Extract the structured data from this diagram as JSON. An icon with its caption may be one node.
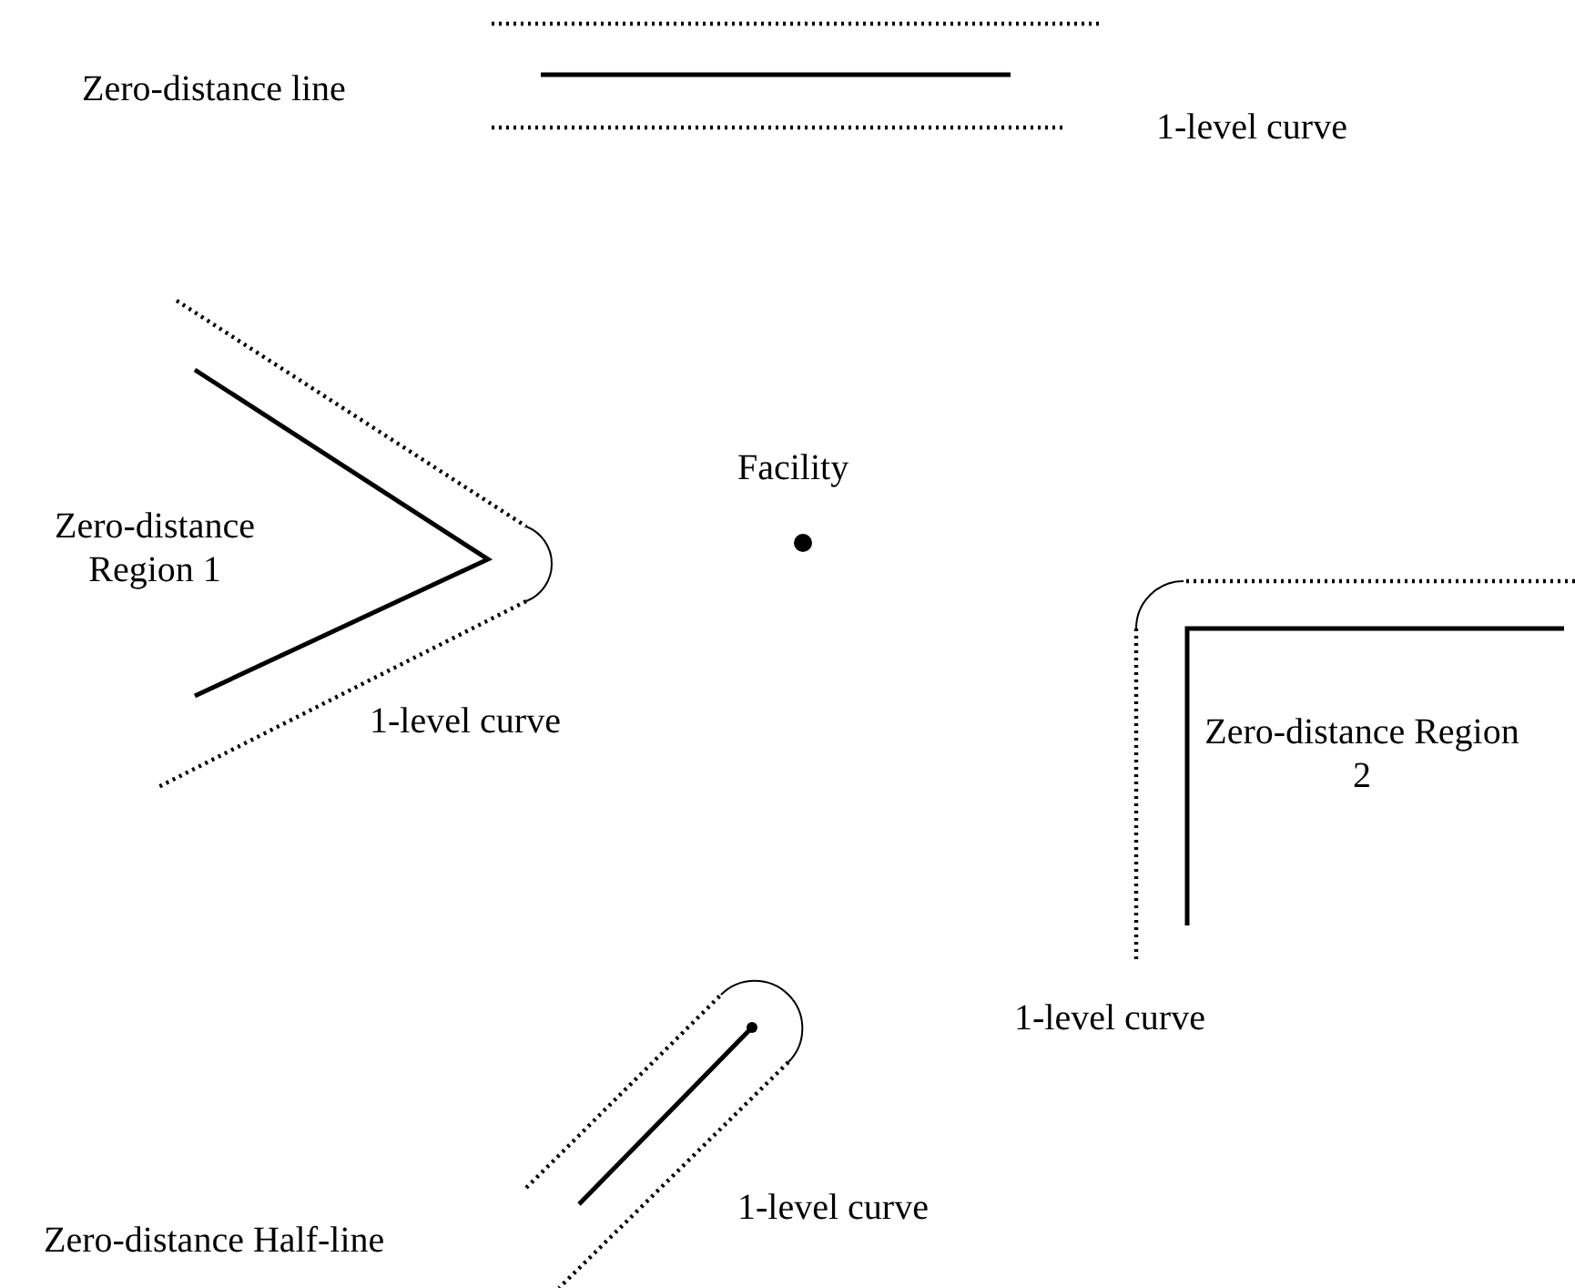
{
  "diagram": {
    "labels": [
      "Zero-distance line",
      "1-level curve",
      "Facility",
      "Zero-distance Region 1",
      "1-level curve",
      "Zero-distance Region 2",
      "1-level curve",
      "1-level curve",
      "Zero-distance Half-line"
    ]
  }
}
